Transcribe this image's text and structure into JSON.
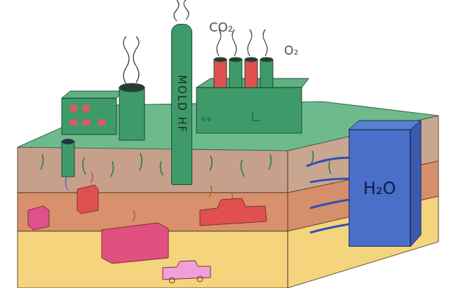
{
  "diagram": {
    "nodes": [
      {
        "text": [
          "MOLD HF"
        ]
      },
      {
        "text": [
          "H₂O"
        ]
      }
    ],
    "labels": [
      "CO₂",
      "O₂"
    ]
  }
}
